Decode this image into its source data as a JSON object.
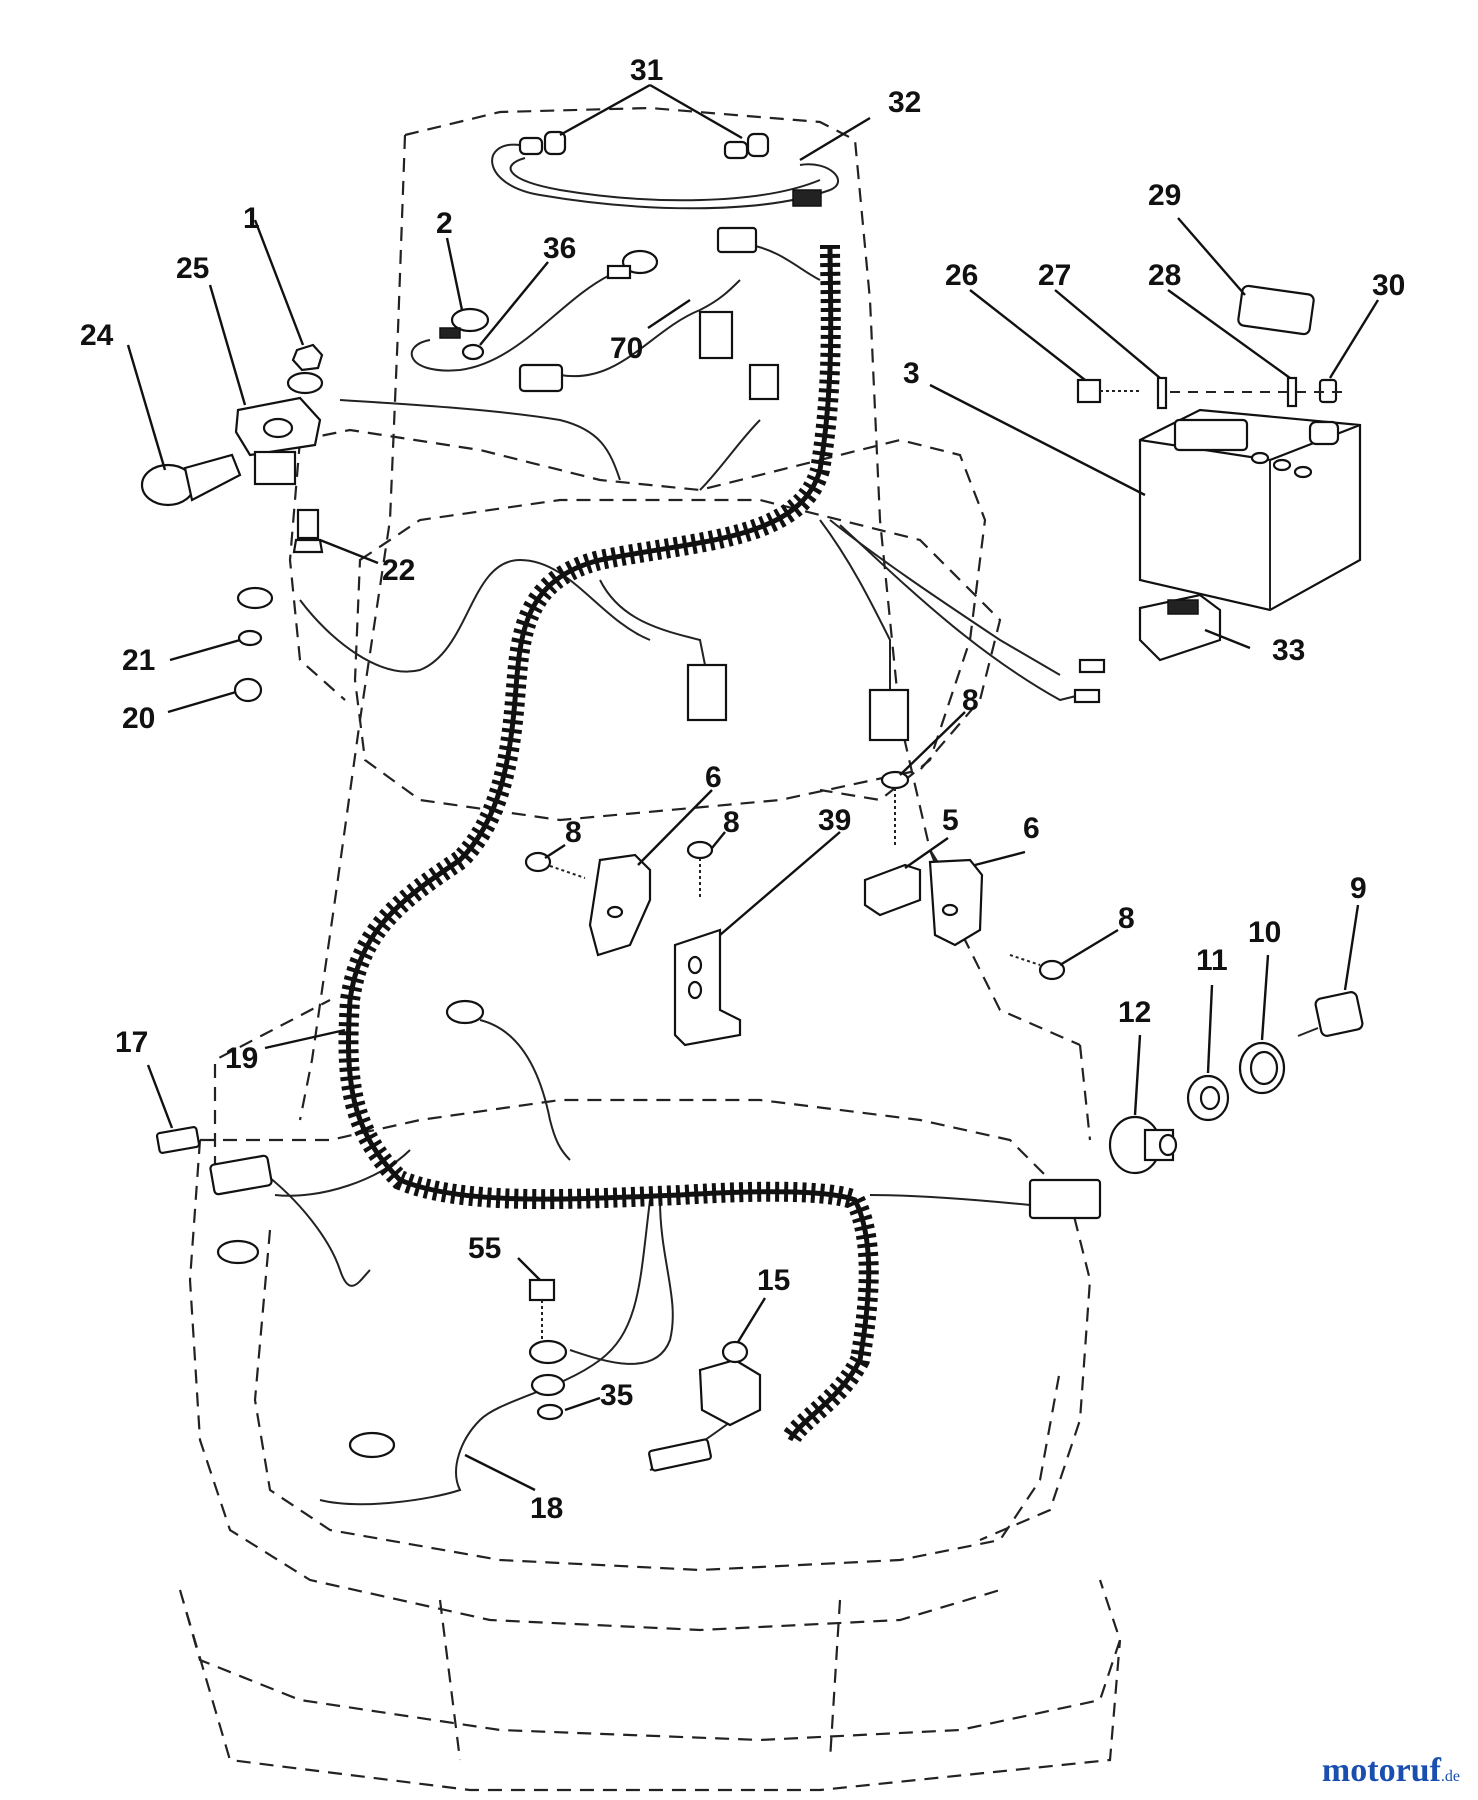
{
  "callouts": [
    "31",
    "32",
    "2",
    "36",
    "70",
    "1",
    "25",
    "24",
    "22",
    "21",
    "20",
    "26",
    "27",
    "28",
    "29",
    "30",
    "3",
    "33",
    "8",
    "6",
    "39",
    "5",
    "9",
    "10",
    "11",
    "12",
    "17",
    "19",
    "55",
    "15",
    "35",
    "18"
  ],
  "watermark": {
    "name": "motoruf",
    "tld": ".de"
  }
}
